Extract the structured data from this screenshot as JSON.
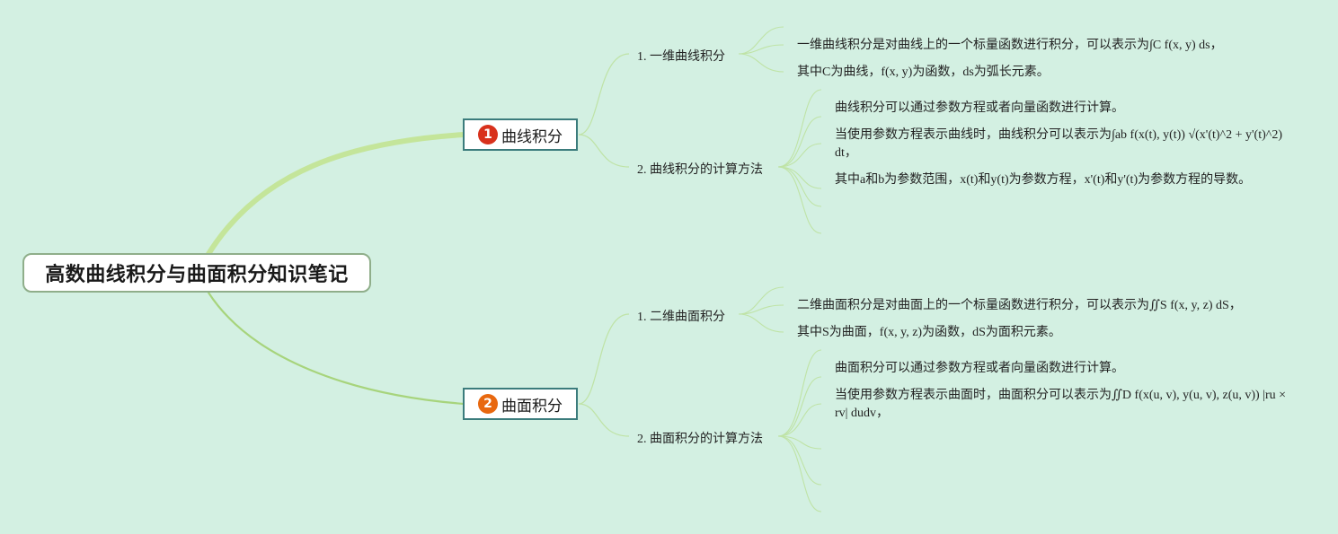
{
  "root": {
    "title": "高数曲线积分与曲面积分知识笔记"
  },
  "branches": [
    {
      "number": "1",
      "label": "曲线积分",
      "badge_color": "#d8311c",
      "subtopics": [
        {
          "label": "1. 一维曲线积分",
          "notes": [
            "一维曲线积分是对曲线上的一个标量函数进行积分，可以表示为∫C f(x, y) ds，",
            "其中C为曲线，f(x, y)为函数，ds为弧长元素。"
          ]
        },
        {
          "label": "2. 曲线积分的计算方法",
          "notes": [
            "曲线积分可以通过参数方程或者向量函数进行计算。",
            "当使用参数方程表示曲线时，曲线积分可以表示为∫ab f(x(t), y(t)) √(x'(t)^2 + y'(t)^2) dt，",
            "其中a和b为参数范围，x(t)和y(t)为参数方程，x'(t)和y'(t)为参数方程的导数。"
          ]
        }
      ]
    },
    {
      "number": "2",
      "label": "曲面积分",
      "badge_color": "#e8680f",
      "subtopics": [
        {
          "label": "1. 二维曲面积分",
          "notes": [
            "二维曲面积分是对曲面上的一个标量函数进行积分，可以表示为∬S f(x, y, z) dS，",
            "其中S为曲面，f(x, y, z)为函数，dS为面积元素。"
          ]
        },
        {
          "label": "2. 曲面积分的计算方法",
          "notes": [
            "曲面积分可以通过参数方程或者向量函数进行计算。",
            "当使用参数方程表示曲面时，曲面积分可以表示为∬D f(x(u, v), y(u, v), z(u, v)) |ru × rv| dudv，"
          ]
        }
      ]
    }
  ]
}
